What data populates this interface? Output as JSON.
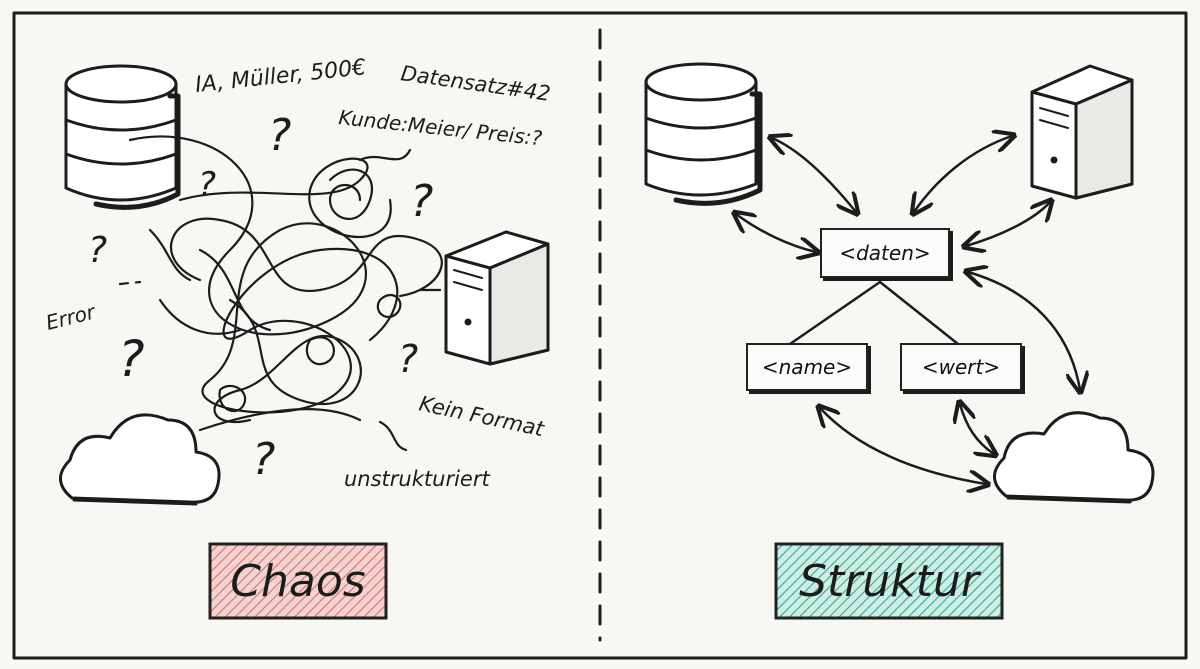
{
  "left_panel": {
    "labels": {
      "record_line": "IA, Müller, 500€",
      "record_id": "Datensatz#42",
      "kunde": "Kunde:Meier/ Preis:?",
      "error": "Error",
      "kein_format": "Kein Format",
      "unstrukturiert": "unstrukturiert"
    },
    "question_mark": "?",
    "title": "Chaos",
    "title_color": "#e6a6a6",
    "icons": [
      "database-icon",
      "server-icon",
      "cloud-icon"
    ]
  },
  "right_panel": {
    "nodes": {
      "root": "<daten>",
      "child_name": "<name>",
      "child_value": "<wert>"
    },
    "title": "Struktur",
    "title_color": "#7fd0bd",
    "icons": [
      "database-icon",
      "server-icon",
      "cloud-icon"
    ]
  }
}
